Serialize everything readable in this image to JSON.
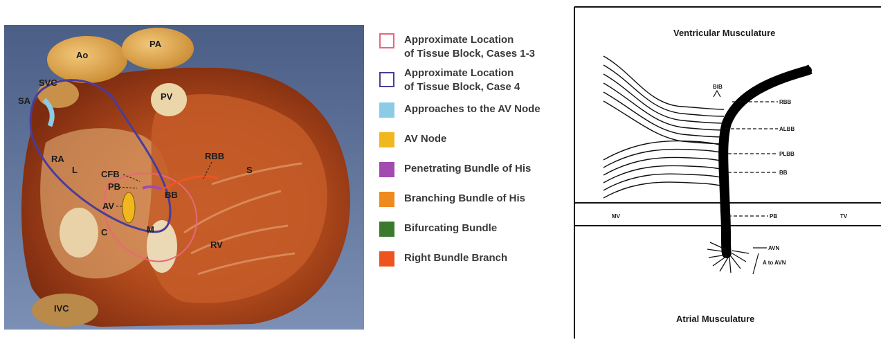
{
  "photo": {
    "labels": {
      "ao": "Ao",
      "pa": "PA",
      "svc": "SVC",
      "sa": "SA",
      "pv": "PV",
      "ra": "RA",
      "l": "L",
      "cfb": "CFB",
      "pb": "PB",
      "bb": "BB",
      "rbb": "RBB",
      "s": "S",
      "av": "AV",
      "c": "C",
      "m": "M",
      "rv": "RV",
      "ivc": "IVC"
    }
  },
  "legend": {
    "items": [
      {
        "label_line1": "Approximate Location",
        "label_line2": "of Tissue Block, Cases 1-3",
        "color": "#e8677a",
        "style": "outline"
      },
      {
        "label_line1": "Approximate Location",
        "label_line2": "of Tissue Block, Case 4",
        "color": "#4a3c9a",
        "style": "outline"
      },
      {
        "label_line1": "Approaches to the AV Node",
        "label_line2": "",
        "color": "#8ccbe6",
        "style": "fill"
      },
      {
        "label_line1": "AV Node",
        "label_line2": "",
        "color": "#f0b81c",
        "style": "fill"
      },
      {
        "label_line1": "Penetrating Bundle of His",
        "label_line2": "",
        "color": "#a34ab0",
        "style": "fill"
      },
      {
        "label_line1": "Branching Bundle of His",
        "label_line2": "",
        "color": "#ef8a1e",
        "style": "fill"
      },
      {
        "label_line1": "Bifurcating Bundle",
        "label_line2": "",
        "color": "#3a7a2c",
        "style": "fill"
      },
      {
        "label_line1": "Right Bundle Branch",
        "label_line2": "",
        "color": "#ee5420",
        "style": "fill"
      }
    ]
  },
  "schematic": {
    "ventricular_title": "Ventricular Musculature",
    "atrial_title": "Atrial Musculature",
    "labels": {
      "bib": "BIB",
      "rbb": "RBB",
      "albb": "ALBB",
      "plbb": "PLBB",
      "bb": "BB",
      "pb": "PB",
      "mv": "MV",
      "tv": "TV",
      "avn": "AVN",
      "a_to_avn": "A to AVN"
    }
  }
}
